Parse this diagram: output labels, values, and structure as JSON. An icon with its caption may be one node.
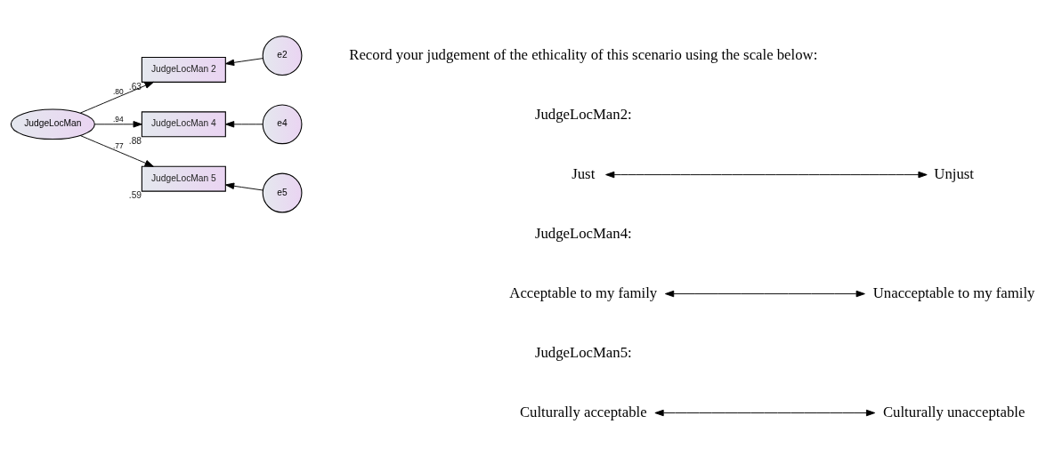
{
  "diagram": {
    "nodes": [
      {
        "text": [
          "JudgeLocMan"
        ]
      },
      {
        "text": [
          "JudgeLocMan 2"
        ],
        "beside": [
          ".63"
        ]
      },
      {
        "text": [
          "JudgeLocMan 4"
        ],
        "beside": [
          ".88"
        ]
      },
      {
        "text": [
          "JudgeLocMan 5"
        ],
        "beside": [
          ".59"
        ]
      },
      {
        "text": [
          "e2"
        ]
      },
      {
        "text": [
          "e4"
        ]
      },
      {
        "text": [
          "e5"
        ]
      },
      {
        "text": [
          "Just"
        ]
      },
      {
        "text": [
          "Unjust"
        ]
      },
      {
        "text": [
          "Acceptable to my family"
        ]
      },
      {
        "text": [
          "Unacceptable to my family"
        ]
      },
      {
        "text": [
          "Culturally acceptable"
        ]
      },
      {
        "text": [
          "Culturally unacceptable"
        ]
      }
    ],
    "edges": [
      {
        "from": 0,
        "to": 1,
        "arrow": "to",
        "label": ".80"
      },
      {
        "from": 0,
        "to": 2,
        "arrow": "to",
        "label": ".94"
      },
      {
        "from": 0,
        "to": 3,
        "arrow": "to",
        "label": ".77"
      },
      {
        "from": 4,
        "to": 1,
        "arrow": "to"
      },
      {
        "from": 5,
        "to": 2,
        "arrow": "to"
      },
      {
        "from": 6,
        "to": 3,
        "arrow": "to"
      },
      {
        "from": 7,
        "to": 8,
        "arrow": "both"
      },
      {
        "from": 9,
        "to": 10,
        "arrow": "both"
      },
      {
        "from": 11,
        "to": 12,
        "arrow": "both"
      }
    ],
    "labels": [
      "Record your judgement of the ethicality of this scenario using the scale below:",
      "JudgeLocMan2:",
      "JudgeLocMan4:",
      "JudgeLocMan5:"
    ]
  }
}
